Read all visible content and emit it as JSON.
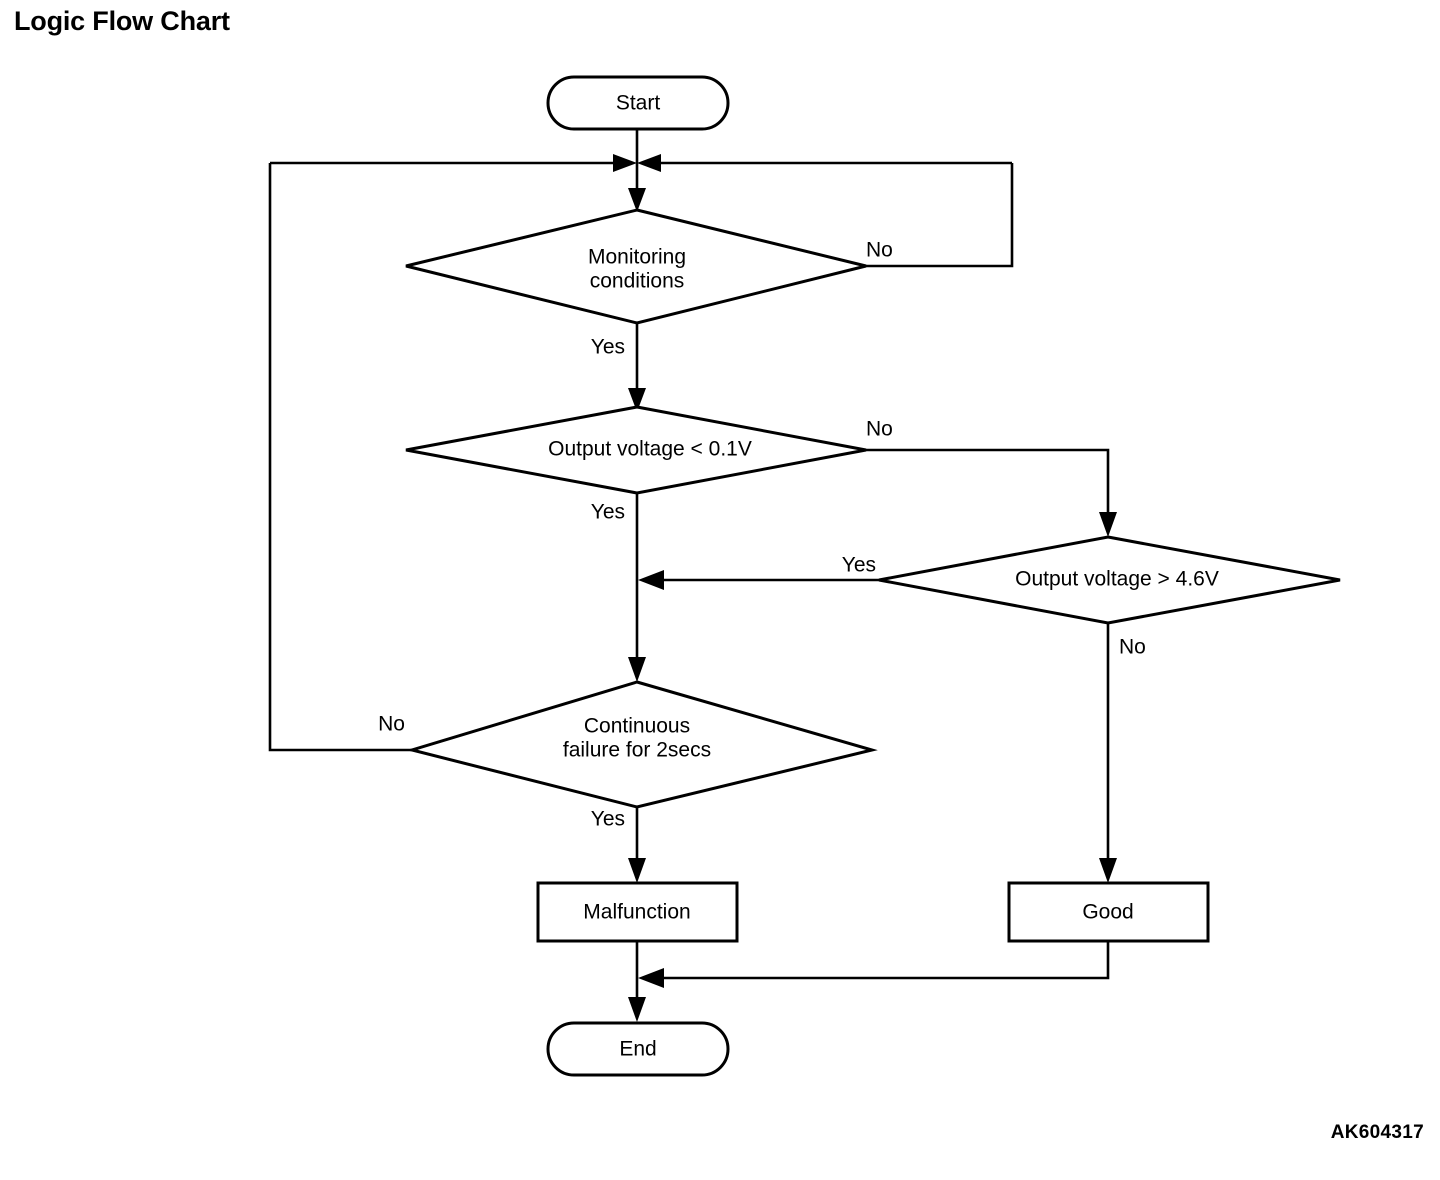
{
  "page": {
    "title": "Logic Flow Chart",
    "reference_code": "AK604317",
    "background_color": "#ffffff",
    "line_color": "#000000"
  },
  "chart_data": {
    "type": "diagram",
    "diagram_kind": "flowchart",
    "title": "Logic Flow Chart",
    "nodes": [
      {
        "id": "start",
        "shape": "terminator",
        "label": "Start"
      },
      {
        "id": "monitoring",
        "shape": "decision",
        "label": "Monitoring conditions",
        "line1": "Monitoring",
        "line2": "conditions"
      },
      {
        "id": "vlow",
        "shape": "decision",
        "label": "Output voltage < 0.1V"
      },
      {
        "id": "vhigh",
        "shape": "decision",
        "label": "Output voltage > 4.6V"
      },
      {
        "id": "contfail",
        "shape": "decision",
        "label": "Continuous failure for 2secs",
        "line1": "Continuous",
        "line2": "failure for 2secs"
      },
      {
        "id": "malfunction",
        "shape": "process",
        "label": "Malfunction"
      },
      {
        "id": "good",
        "shape": "process",
        "label": "Good"
      },
      {
        "id": "end",
        "shape": "terminator",
        "label": "End"
      }
    ],
    "edges": [
      {
        "from": "start",
        "to": "monitoring",
        "label": ""
      },
      {
        "from": "monitoring",
        "to": "junction",
        "label": "No"
      },
      {
        "from": "monitoring",
        "to": "vlow",
        "label": "Yes"
      },
      {
        "from": "vlow",
        "to": "vhigh",
        "label": "No"
      },
      {
        "from": "vlow",
        "to": "contfail",
        "label": "Yes"
      },
      {
        "from": "vhigh",
        "to": "contfail",
        "label": "Yes"
      },
      {
        "from": "vhigh",
        "to": "good",
        "label": "No"
      },
      {
        "from": "contfail",
        "to": "junction",
        "label": "No"
      },
      {
        "from": "contfail",
        "to": "malfunction",
        "label": "Yes"
      },
      {
        "from": "malfunction",
        "to": "end",
        "label": ""
      },
      {
        "from": "good",
        "to": "end",
        "label": ""
      }
    ]
  },
  "labels": {
    "start": "Start",
    "monitoring_line1": "Monitoring",
    "monitoring_line2": "conditions",
    "voltage_low": "Output voltage < 0.1V",
    "voltage_high": "Output voltage > 4.6V",
    "contfail_line1": "Continuous",
    "contfail_line2": "failure for 2secs",
    "malfunction": "Malfunction",
    "good": "Good",
    "end": "End",
    "monitoring_no": "No",
    "monitoring_yes": "Yes",
    "voltage_low_no": "No",
    "voltage_low_yes": "Yes",
    "voltage_high_yes": "Yes",
    "voltage_high_no": "No",
    "contfail_no": "No",
    "contfail_yes": "Yes"
  }
}
